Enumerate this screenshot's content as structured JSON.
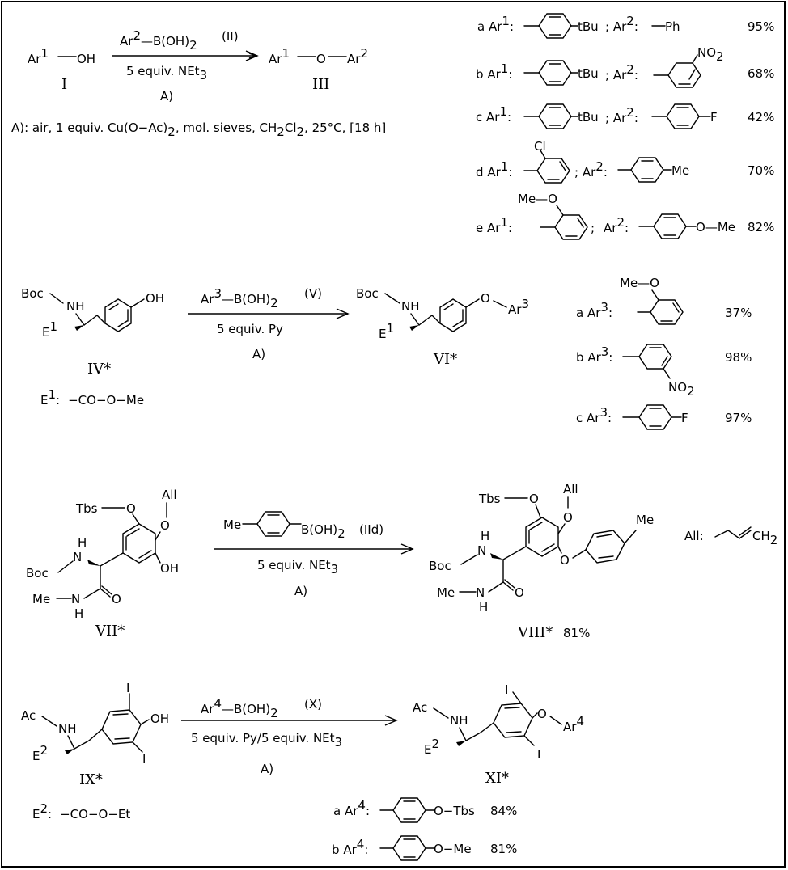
{
  "scheme1": {
    "reactant_1": "Ar",
    "reactant_1_sup": "1",
    "reactant_1_group": "OH",
    "reactant_1_id": "I",
    "reagent_top_ar": "Ar",
    "reagent_top_sup": "2",
    "reagent_top_boron": "B(OH)",
    "reagent_top_sub": "2",
    "reagent_top_id": "(II)",
    "reagent_bottom": "5 equiv. NEt",
    "reagent_bottom_sub": "3",
    "condition_ref": "A)",
    "product_ar1": "Ar",
    "product_ar1_sup": "1",
    "product_o": "O",
    "product_ar2": "Ar",
    "product_ar2_sup": "2",
    "product_id": "III",
    "conditions_note": "A): air, 1 equiv. Cu(O−Ac)",
    "conditions_note_sub1": "2",
    "conditions_note_mid": ", mol. sieves, CH",
    "conditions_note_sub2": "2",
    "conditions_note_cl": "Cl",
    "conditions_note_sub3": "2",
    "conditions_note_end": ", 25°C, [18 h]",
    "entries": [
      {
        "label": "a",
        "ar1": "Ar",
        "ar1_sup": "1",
        "ar1_sub": "tBu",
        "ar2": "Ar",
        "ar2_sup": "2",
        "ar2_sub": "Ph",
        "yield": "95%"
      },
      {
        "label": "b",
        "ar1": "Ar",
        "ar1_sup": "1",
        "ar1_sub": "tBu",
        "ar2": "Ar",
        "ar2_sup": "2",
        "ar2_sub": "NO",
        "ar2_sub_idx": "2",
        "yield": "68%"
      },
      {
        "label": "c",
        "ar1": "Ar",
        "ar1_sup": "1",
        "ar1_sub": "tBu",
        "ar2": "Ar",
        "ar2_sup": "2",
        "ar2_sub": "F",
        "yield": "42%"
      },
      {
        "label": "d",
        "ar1": "Ar",
        "ar1_sup": "1",
        "ar1_sub": "Cl",
        "ar2": "Ar",
        "ar2_sup": "2",
        "ar2_sub": "Me",
        "yield": "70%"
      },
      {
        "label": "e",
        "ar1": "Ar",
        "ar1_sup": "1",
        "ar1_sub": "Me",
        "ar1_o": "O",
        "ar2": "Ar",
        "ar2_sup": "2",
        "ar2_sub": "O",
        "ar2_me": "Me",
        "yield": "82%"
      }
    ]
  },
  "scheme2": {
    "boc": "Boc",
    "nh": "NH",
    "e1": "E",
    "e1_sup": "1",
    "oh": "OH",
    "reactant_id": "IV*",
    "e1_def_label": "E",
    "e1_def_sup": "1",
    "e1_def_colon": ":",
    "e1_def_value": "−CO−O−Me",
    "reagent_top_ar": "Ar",
    "reagent_top_sup": "3",
    "reagent_top_boron": "B(OH)",
    "reagent_top_sub": "2",
    "reagent_top_id": "(V)",
    "reagent_bottom": "5 equiv. Py",
    "condition_ref": "A)",
    "product_o": "O",
    "product_ar": "Ar",
    "product_ar_sup": "3",
    "product_id": "VI*",
    "entries": [
      {
        "label": "a",
        "ar": "Ar",
        "ar_sup": "3",
        "me": "Me",
        "o": "O",
        "yield": "37%"
      },
      {
        "label": "b",
        "ar": "Ar",
        "ar_sup": "3",
        "no2": "NO",
        "no2_sub": "2",
        "yield": "98%"
      },
      {
        "label": "c",
        "ar": "Ar",
        "ar_sup": "3",
        "f": "F",
        "yield": "97%"
      }
    ]
  },
  "scheme3": {
    "tbs": "Tbs",
    "o": "O",
    "all": "All",
    "nh_n": "N",
    "nh_h": "H",
    "boc": "Boc",
    "oh": "OH",
    "me": "Me",
    "amide_n": "N",
    "amide_h": "H",
    "amide_o": "O",
    "reactant_id": "VII*",
    "reagent_me": "Me",
    "reagent_boron": "B(OH)",
    "reagent_sub": "2",
    "reagent_id": "(IId)",
    "reagent_bottom": "5 equiv. NEt",
    "reagent_bottom_sub": "3",
    "condition_ref": "A)",
    "product_me_aryl": "Me",
    "product_id": "VIII*",
    "product_yield": "81%",
    "all_def_label": "All:",
    "all_def_ch2": "CH",
    "all_def_sub": "2"
  },
  "scheme4": {
    "ac": "Ac",
    "nh": "NH",
    "e2": "E",
    "e2_sup": "2",
    "iodo": "I",
    "oh": "OH",
    "reactant_id": "IX*",
    "e2_def_label": "E",
    "e2_def_sup": "2",
    "e2_def_colon": ":",
    "e2_def_value": "−CO−O−Et",
    "reagent_top_ar": "Ar",
    "reagent_top_sup": "4",
    "reagent_top_boron": "B(OH)",
    "reagent_top_sub": "2",
    "reagent_top_id": "(X)",
    "reagent_bottom": "5 equiv. Py/5 equiv. NEt",
    "reagent_bottom_sub": "3",
    "condition_ref": "A)",
    "product_o": "O",
    "product_ar": "Ar",
    "product_ar_sup": "4",
    "product_id": "XI*",
    "entries": [
      {
        "label": "a",
        "ar": "Ar",
        "ar_sup": "4",
        "sub": "O−Tbs",
        "yield": "84%"
      },
      {
        "label": "b",
        "ar": "Ar",
        "ar_sup": "4",
        "sub": "O−Me",
        "yield": "81%"
      }
    ]
  }
}
